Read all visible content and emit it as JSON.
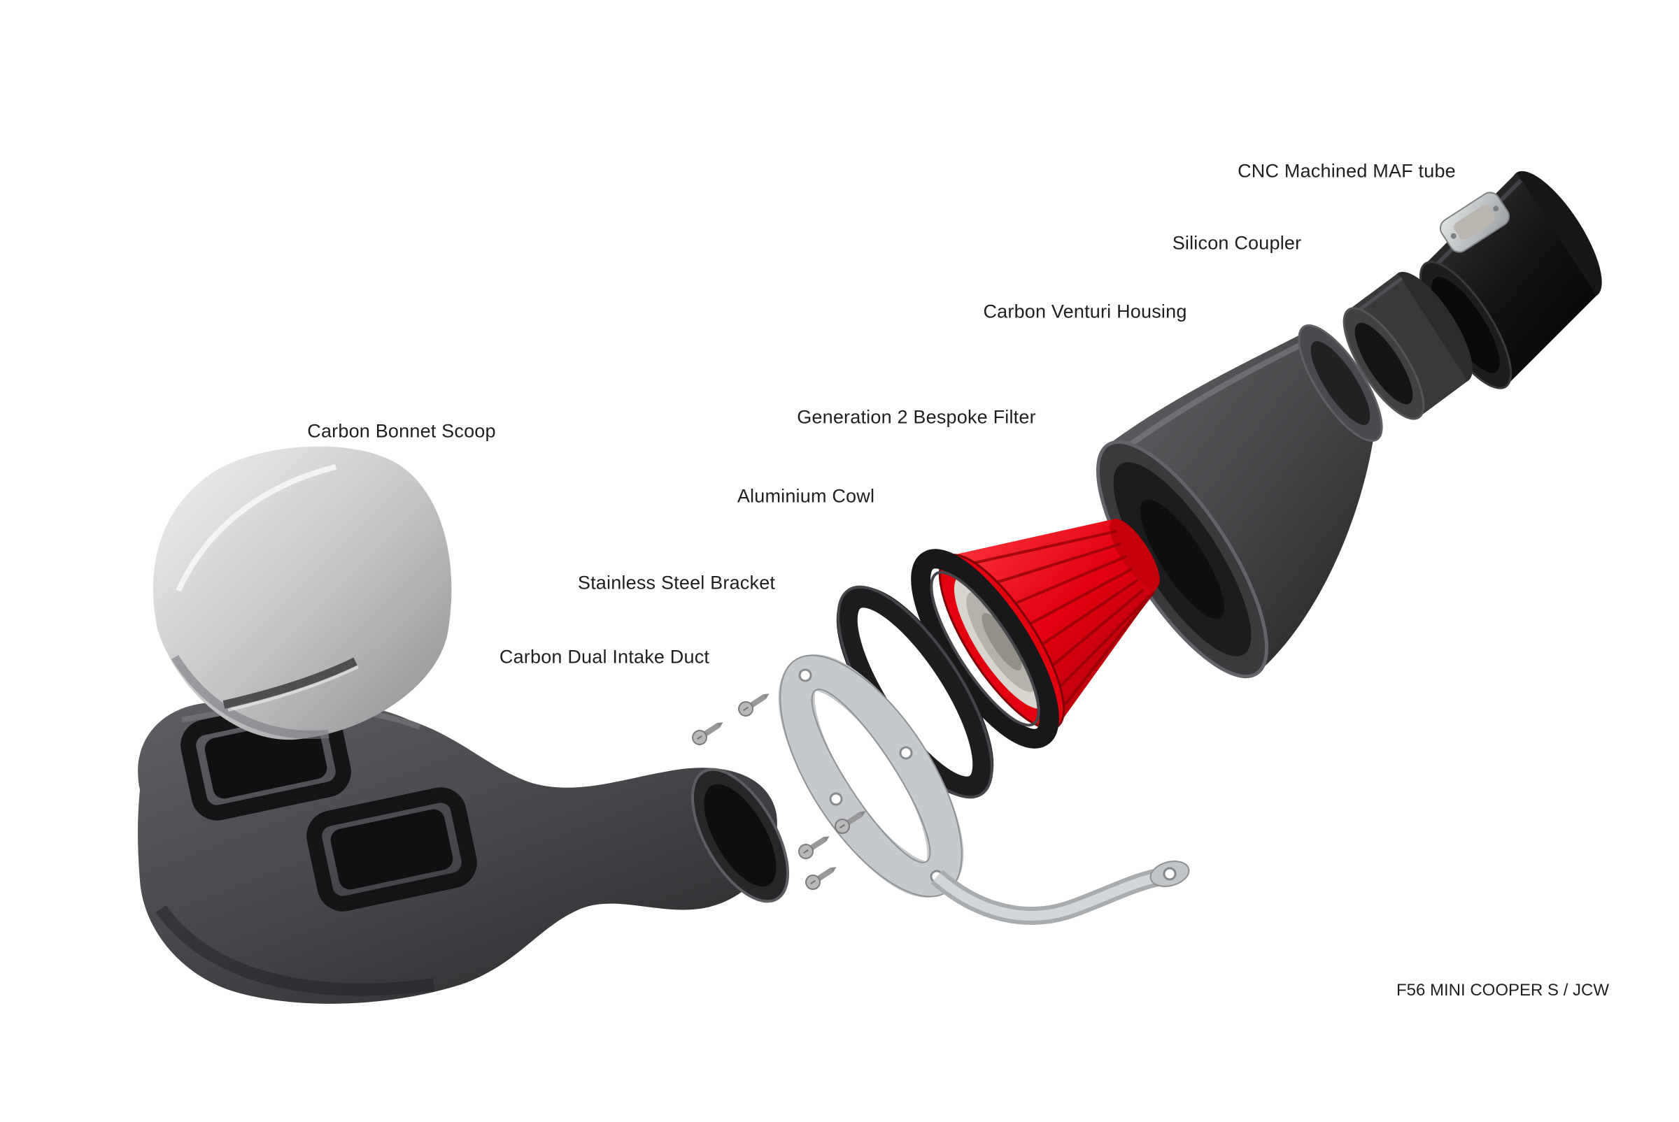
{
  "diagram": {
    "caption": "F56 MINI COOPER S / JCW",
    "labels": [
      {
        "id": "cnc-machined-maf-tube",
        "text": "CNC Machined MAF tube"
      },
      {
        "id": "silicon-coupler",
        "text": "Silicon Coupler"
      },
      {
        "id": "carbon-venturi-housing",
        "text": "Carbon Venturi Housing"
      },
      {
        "id": "generation-2-bespoke-filter",
        "text": "Generation 2 Bespoke Filter"
      },
      {
        "id": "aluminium-cowl",
        "text": "Aluminium Cowl"
      },
      {
        "id": "stainless-steel-bracket",
        "text": "Stainless Steel Bracket"
      },
      {
        "id": "carbon-dual-intake-duct",
        "text": "Carbon Dual Intake Duct"
      },
      {
        "id": "carbon-bonnet-scoop",
        "text": "Carbon Bonnet Scoop"
      }
    ],
    "parts": [
      "cnc-machined-maf-tube",
      "silicon-coupler",
      "carbon-venturi-housing",
      "generation-2-bespoke-filter",
      "aluminium-cowl-rings",
      "stainless-steel-bracket",
      "mounting-screws",
      "carbon-dual-intake-duct",
      "carbon-bonnet-scoop"
    ],
    "colors": {
      "background": "#ffffff",
      "filter_red": "#e3000f",
      "carbon_gray": "#3d3d40",
      "silver": "#c9c9cb",
      "steel": "#c6c9cb",
      "text": "#1f1f1f"
    }
  }
}
